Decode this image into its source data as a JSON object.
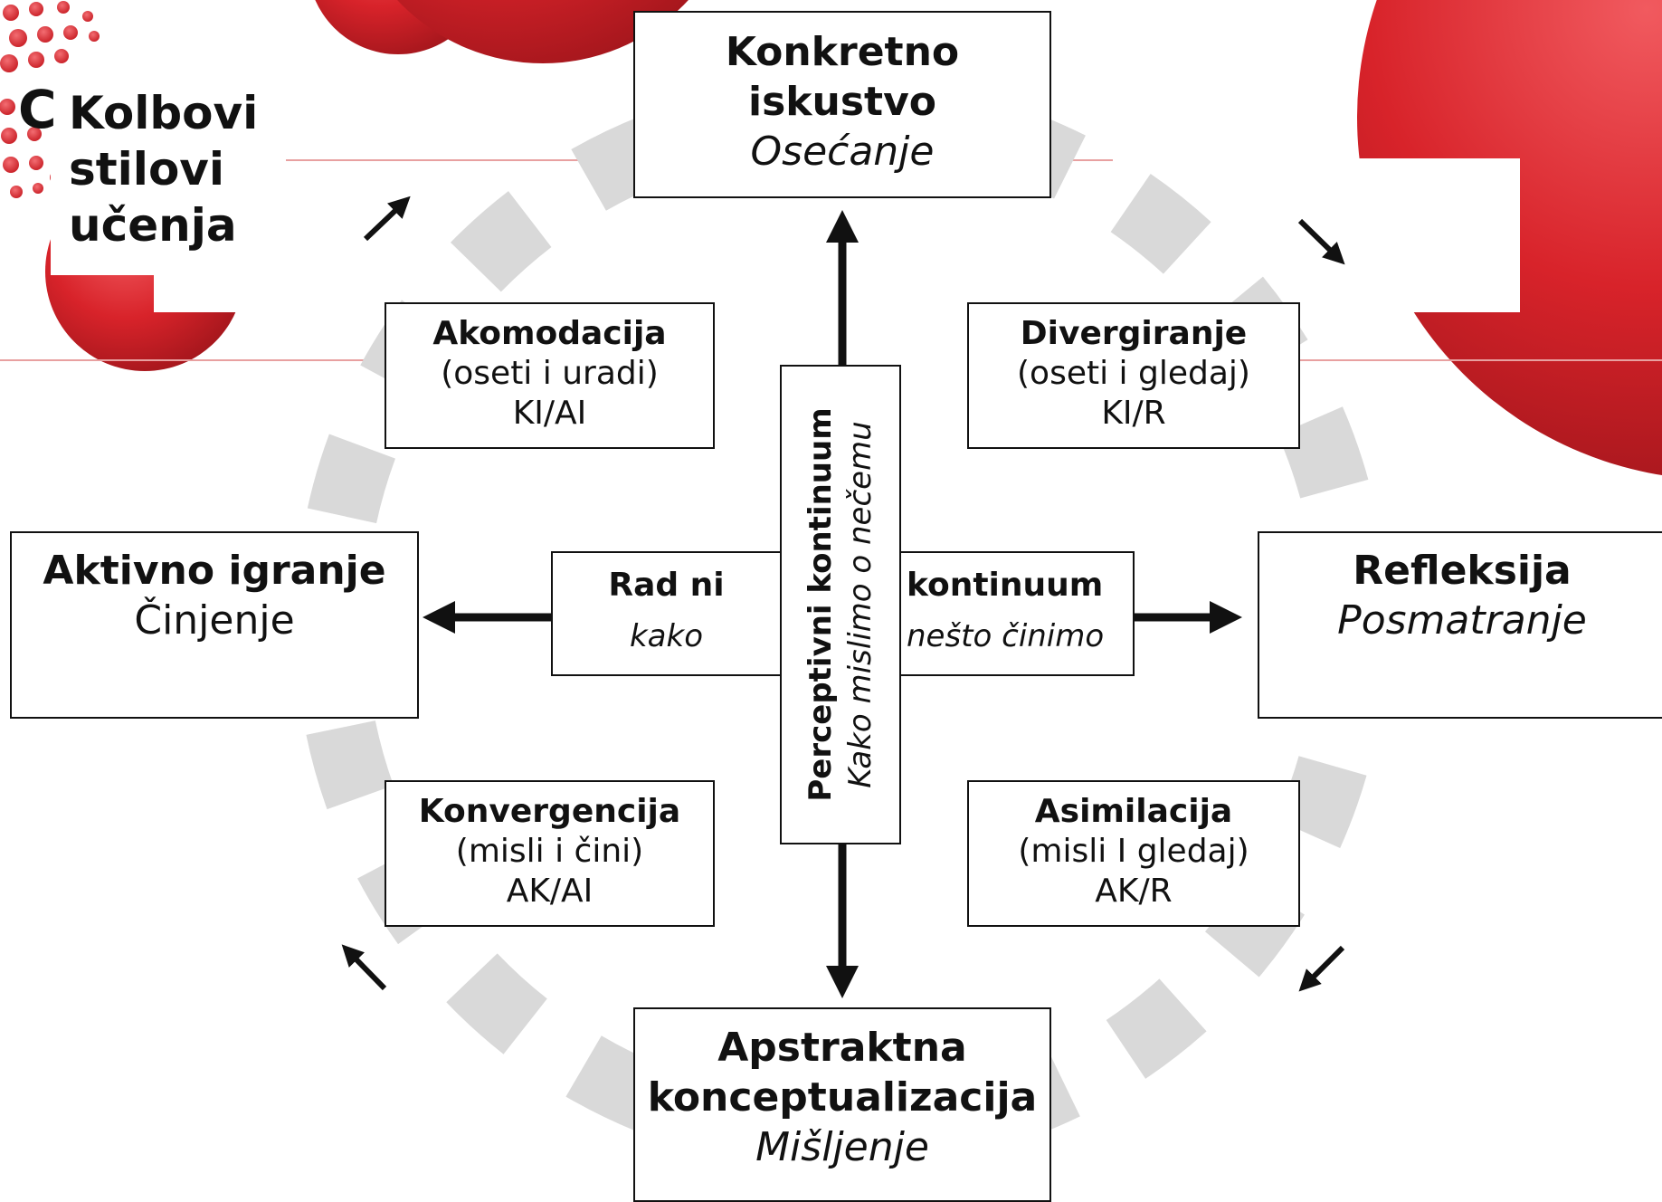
{
  "title": {
    "line1": "Kolbovi",
    "line2": "stilovi",
    "line3": "učenja",
    "partial_letter": "C"
  },
  "top": {
    "bold1": "Konkretno",
    "bold2": "iskustvo",
    "italic": "Osećanje"
  },
  "left": {
    "bold": "Aktivno igranje",
    "normal": "Činjenje"
  },
  "right": {
    "bold": "Refleksija",
    "italic": "Posmatranje"
  },
  "bottom": {
    "bold1": "Apstraktna",
    "bold2": "konceptualizacija",
    "italic": "Mišljenje"
  },
  "quadrants": {
    "tl": {
      "name": "Akomodacija",
      "desc": "(oseti i uradi)",
      "code": "KI/AI"
    },
    "tr": {
      "name": "Divergiranje",
      "desc": "(oseti i gledaj)",
      "code": "KI/R"
    },
    "bl": {
      "name": "Konvergencija",
      "desc": "(misli i čini)",
      "code": "AK/AI"
    },
    "br": {
      "name": "Asimilacija",
      "desc": "(misli I gledaj)",
      "code": "AK/R"
    }
  },
  "processing": {
    "left_bold": "Rad  ni",
    "left_italic": "kako",
    "right_bold": "kontinuum",
    "right_italic": "nešto činimo"
  },
  "perception": {
    "bold": "Perceptivni kontinuum",
    "italic": "Kako mislimo o nečemu"
  },
  "colors": {
    "accent_red": "#d8232a",
    "circle_gray": "#d9d9d9",
    "line_red": "#e8a0a0",
    "border": "#111111"
  }
}
